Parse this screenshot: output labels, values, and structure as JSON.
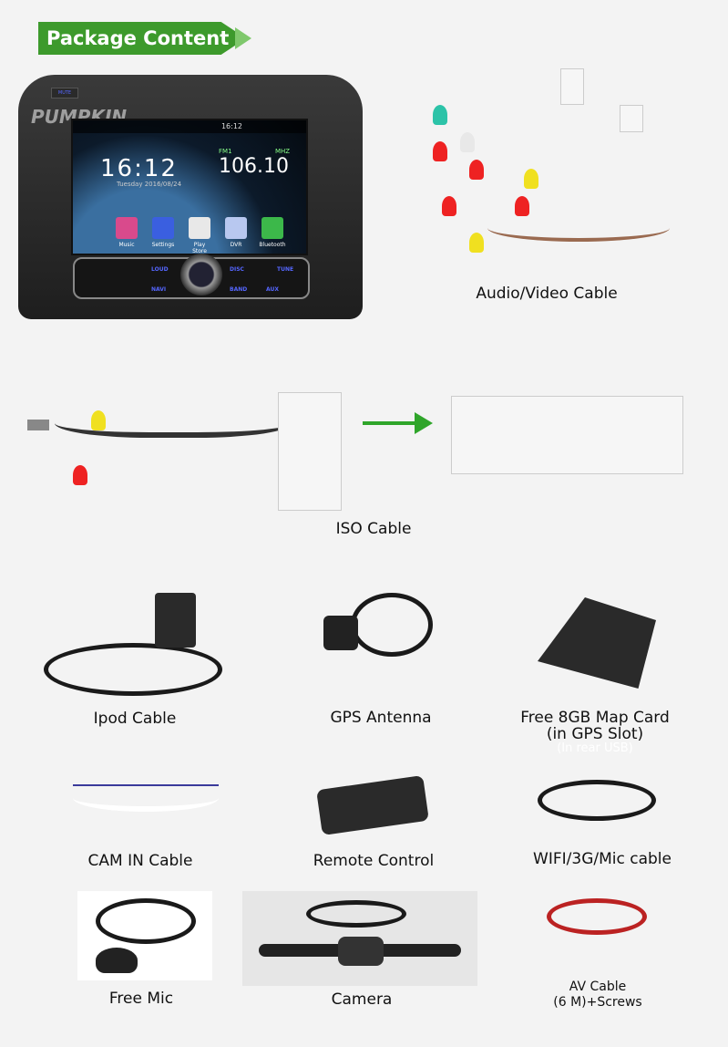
{
  "header": {
    "title": "Package Content"
  },
  "head_unit": {
    "brand": "PUMPKIN",
    "mute": "MUTE",
    "status_time": "16:12",
    "clock": "16:12",
    "date": "Tuesday 2016/08/24",
    "band": "FM1",
    "freq_unit": "MHZ",
    "frequency": "106.10",
    "apps": [
      {
        "label": "Music",
        "color": "#d94a8c"
      },
      {
        "label": "Settings",
        "color": "#3a5fe0"
      },
      {
        "label": "Play Store",
        "color": "#e8e8e8"
      },
      {
        "label": "DVR",
        "color": "#b8c8f0"
      },
      {
        "label": "Bluetooth",
        "color": "#3cb84a"
      }
    ],
    "buttons": {
      "loud": "LOUD",
      "navi": "NAVI",
      "disc": "DISC",
      "band": "BAND",
      "tune": "TUNE",
      "aux": "AUX"
    }
  },
  "items": [
    {
      "label": "Audio/Video Cable"
    },
    {
      "label": "ISO Cable"
    },
    {
      "label": "Ipod Cable"
    },
    {
      "label": "GPS Antenna"
    },
    {
      "label": "Free 8GB Map Card",
      "label2": "(in GPS Slot)",
      "ghost": "(In rear USB)"
    },
    {
      "label": "CAM IN Cable"
    },
    {
      "label": "Remote Control"
    },
    {
      "label": "WIFI/3G/Mic cable"
    },
    {
      "label": "Free Mic"
    },
    {
      "label": "Camera"
    },
    {
      "label": "AV Cable",
      "label2": "(6 M)+Screws"
    }
  ],
  "colors": {
    "accent": "#3d9a2c",
    "arrow": "#2fa52a"
  }
}
